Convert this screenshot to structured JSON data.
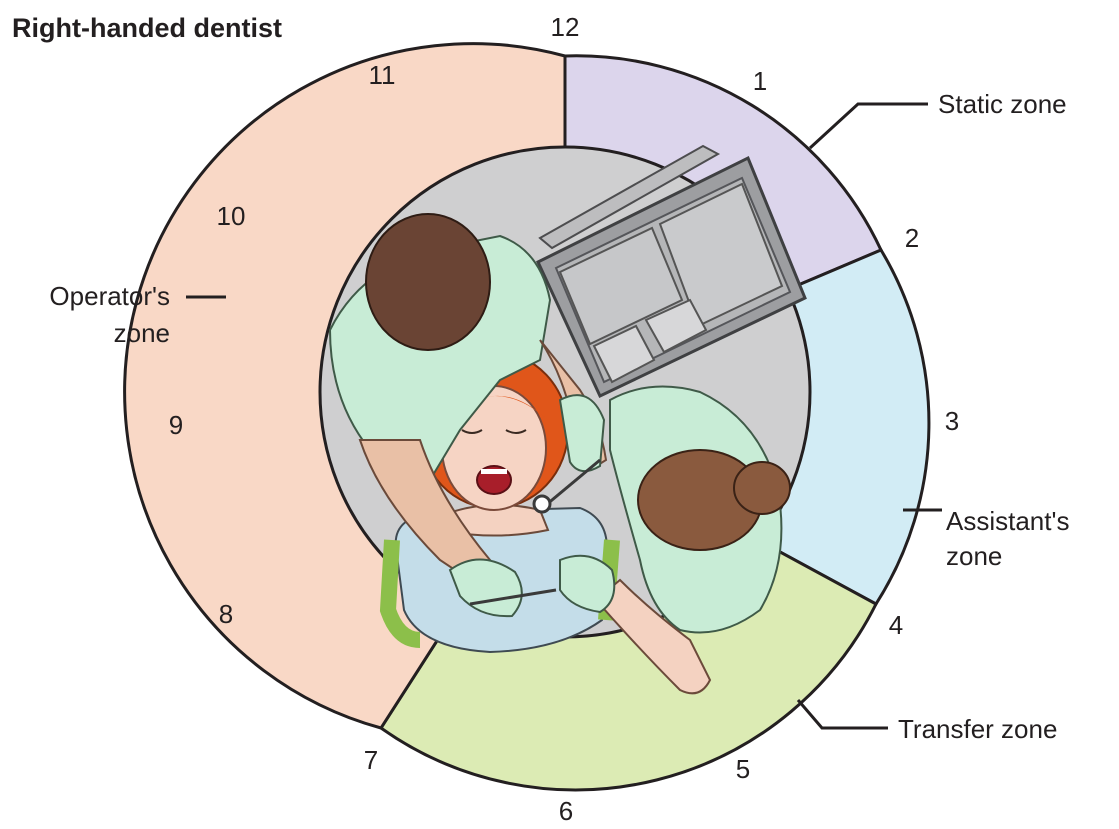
{
  "title": "Right-handed dentist",
  "clock_numbers": [
    "12",
    "1",
    "2",
    "3",
    "4",
    "5",
    "6",
    "7",
    "8",
    "9",
    "10",
    "11"
  ],
  "zones": {
    "static": {
      "label": "Static zone",
      "color": "#dcd5ec"
    },
    "assistant": {
      "label_line1": "Assistant's",
      "label_line2": "zone",
      "color": "#d2ecf5"
    },
    "transfer": {
      "label": "Transfer zone",
      "color": "#dcebb4"
    },
    "operator": {
      "label_line1": "Operator's",
      "label_line2": "zone",
      "color": "#f9d8c6"
    }
  },
  "illustration": {
    "operator_icon": "dentist-figure",
    "patient_icon": "patient-figure",
    "assistant_icon": "dental-assistant-figure",
    "tray_icon": "instrument-tray"
  }
}
